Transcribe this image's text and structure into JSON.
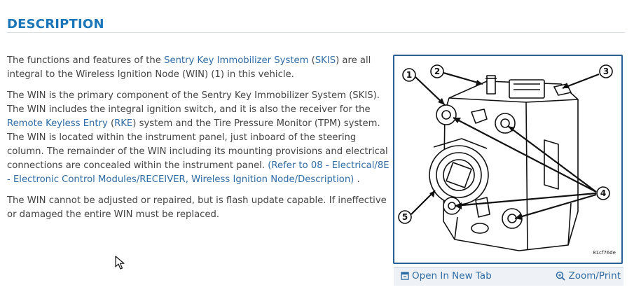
{
  "section": {
    "title": "DESCRIPTION"
  },
  "paragraph1": {
    "t1": "The functions and features of the ",
    "link1": "Sentry Key Immobilizer System",
    "t2": " (",
    "link2": "SKIS",
    "t3": ") are all integral to the Wireless Ignition Node (WIN) (1) in this vehicle."
  },
  "paragraph2": {
    "t1": "The WIN is the primary component of the Sentry Key Immobilizer System (SKIS). The WIN includes the integral ignition switch, and it is also the receiver for the ",
    "link1": "Remote Keyless Entry",
    "t2": " (",
    "link2": "RKE",
    "t3": ") system and the Tire Pressure Monitor (TPM) system. The WIN is located within the instrument panel, just inboard of the steering column. The remainder of the WIN including its mounting provisions and electrical connections are concealed within the instrument panel. ",
    "link3": "(Refer to 08 - Electrical/8E - Electronic Control Modules/RECEIVER, Wireless Ignition Node/Description)",
    "t4": " ."
  },
  "paragraph3": {
    "text": "The WIN cannot be adjusted or repaired, but is flash update capable. If ineffective or damaged the entire WIN must be replaced."
  },
  "figure": {
    "callouts": [
      "1",
      "2",
      "3",
      "4",
      "5"
    ],
    "code": "81cf76de",
    "open_label": "Open In New Tab",
    "zoom_label": "Zoom/Print"
  },
  "icons": {
    "open": "open-in-new-tab-icon",
    "zoom": "zoom-icon",
    "cursor": "mouse-cursor-icon"
  },
  "colors": {
    "accent": "#1a76b8",
    "link": "#2f6ca6",
    "frame": "#2c5f93"
  }
}
